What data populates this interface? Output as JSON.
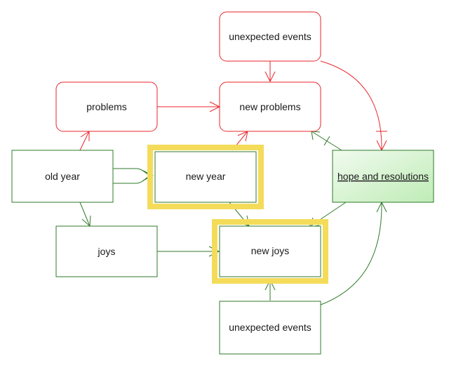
{
  "colors": {
    "red": "#e8262b",
    "green": "#2f7a2a",
    "highlight": "#f4dc5a",
    "hope_fill_top": "#f1fbef",
    "hope_fill_bottom": "#bfecb6"
  },
  "nodes": {
    "unexpected_events_top": "unexpected events",
    "problems": "problems",
    "new_problems": "new problems",
    "old_year": "old year",
    "new_year": "new year",
    "hope_and_resolutions": "hope and resolutions",
    "joys": "joys",
    "new_joys": "new joys",
    "unexpected_events_bottom": "unexpected events"
  }
}
